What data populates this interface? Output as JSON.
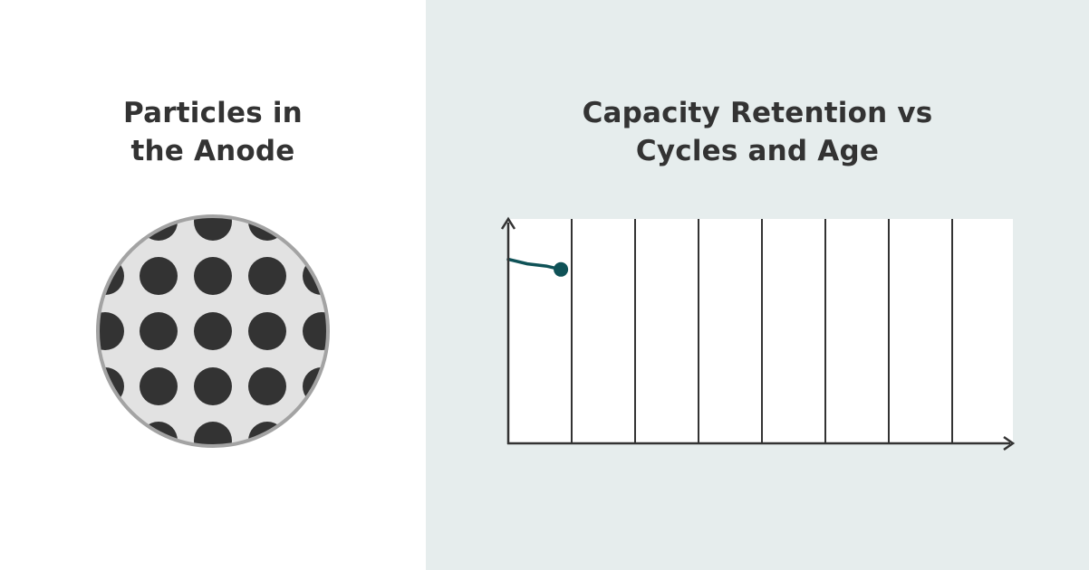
{
  "left_panel": {
    "title_line1": "Particles in",
    "title_line2": "the Anode"
  },
  "right_panel": {
    "title_line1": "Capacity Retention vs",
    "title_line2": "Cycles and Age"
  },
  "colors": {
    "left_bg": "#ffffff",
    "right_bg": "#e6eded",
    "particle": "#333333",
    "circle_fill": "#e2e2e2",
    "circle_border": "#a3a3a3",
    "curve": "#0f5257",
    "axis": "#333333"
  },
  "chart_data": {
    "type": "line",
    "title": "Capacity Retention vs Cycles and Age",
    "xlabel": "",
    "ylabel": "",
    "x_divisions": 8,
    "grid": "vertical",
    "series": [
      {
        "points": [
          [
            0,
            0.82
          ],
          [
            0.3,
            0.8
          ],
          [
            0.6,
            0.79
          ],
          [
            0.83,
            0.775
          ]
        ]
      }
    ],
    "end_marker": [
      0.83,
      0.775
    ],
    "xlim": [
      0,
      8
    ],
    "ylim": [
      0,
      1
    ]
  }
}
